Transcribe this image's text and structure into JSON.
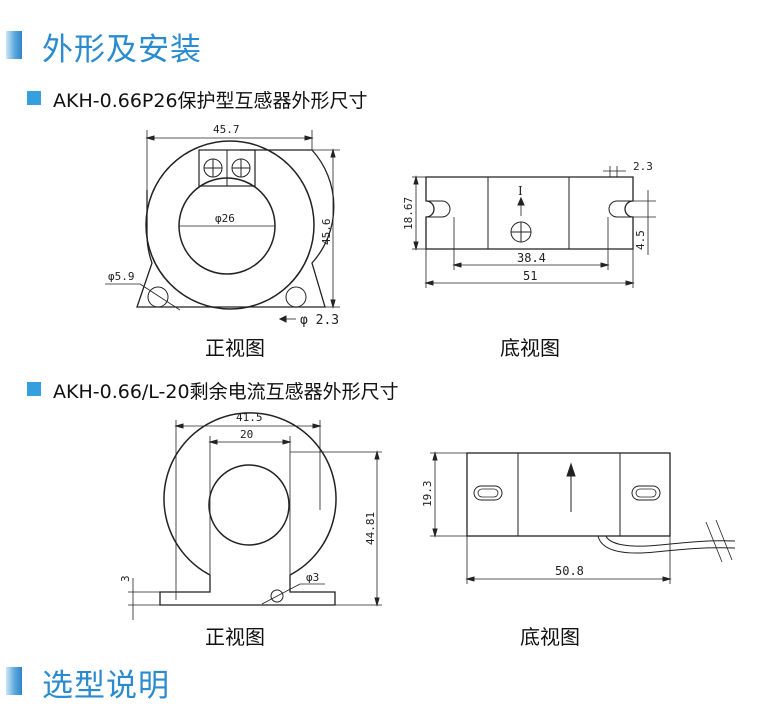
{
  "section1": {
    "title": "外形及安装"
  },
  "product1": {
    "title": "AKH-0.66P26保护型互感器外形尺寸",
    "front_caption": "正视图",
    "bottom_caption": "底视图",
    "front_dims": {
      "width": "45.7",
      "height": "45.6",
      "bore": "φ26",
      "hole": "φ5.9",
      "pin": "φ 2.3"
    },
    "bottom_dims": {
      "height": "18.67",
      "slot": "2.3",
      "slot_h": "4.5",
      "inner": "38.4",
      "total": "51",
      "marker": "I"
    }
  },
  "product2": {
    "title": "AKH-0.66/L-20剩余电流互感器外形尺寸",
    "front_caption": "正视图",
    "bottom_caption": "底视图",
    "front_dims": {
      "width": "41.5",
      "bore": "20",
      "height": "44.81",
      "base": "3",
      "hole": "φ3"
    },
    "bottom_dims": {
      "height": "19.3",
      "length": "50.8"
    }
  },
  "section2": {
    "title": "选型说明"
  }
}
